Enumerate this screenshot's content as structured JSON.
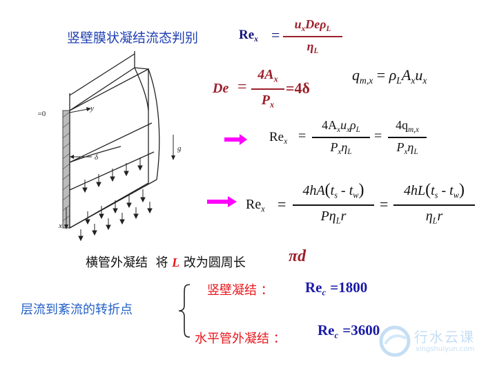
{
  "title": "竖壁膜状凝结流态判别",
  "eq1": {
    "lhs": "Re",
    "lhs_sub": "x",
    "num_u": "u",
    "num_u_sub": "x",
    "num_de": "De",
    "num_rho": "ρ",
    "num_rho_sub": "L",
    "den": "η",
    "den_sub": "L"
  },
  "eq2": {
    "lhs": "De",
    "num": "4A",
    "num_sub": "x",
    "den": "P",
    "den_sub": "x",
    "rhs": "=4δ"
  },
  "eq3": {
    "q": "q",
    "q_sub": "m,x",
    "rho": "ρ",
    "rho_sub": "L",
    "a": "A",
    "a_sub": "x",
    "u": "u",
    "u_sub": "x"
  },
  "eq4": {
    "lhs": "Re",
    "lhs_sub": "x",
    "num1": "4A",
    "num1_a": "x",
    "num1_u": "u",
    "num1_u_sub": "x",
    "num1_rho": "ρ",
    "num1_rho_sub": "L",
    "den1": "P",
    "den1_a": "x",
    "den1_eta": "η",
    "den1_eta_sub": "L",
    "num2": "4q",
    "num2_sub": "m,x",
    "den2": "P",
    "den2_a": "x",
    "den2_eta": "η",
    "den2_eta_sub": "L"
  },
  "eq5": {
    "lhs": "Re",
    "lhs_sub": "x",
    "num1_a": "4hA",
    "ts": "t",
    "ts_sub": "s",
    "minus": "-",
    "tw": "t",
    "tw_sub": "w",
    "den1_p": "P",
    "den1_eta": "η",
    "den1_eta_sub": "L",
    "den1_r": "r",
    "num2_a": "4hL",
    "den2_eta": "η",
    "den2_eta_sub": "L",
    "den2_r": "r"
  },
  "note": {
    "pre": "横管外凝结  将 ",
    "L": "L",
    "mid": " 改为圆周长",
    "pi_d": "πd"
  },
  "transition": {
    "label": "层流到紊流的转折点",
    "vertical_label": "竖壁凝结 ：",
    "vertical_re": "Re",
    "vertical_sub": "c",
    "vertical_val": "=1800",
    "horizontal_label": "水平管外凝结 ：",
    "horizontal_re": "Re",
    "horizontal_sub": "c",
    "horizontal_val": "=3600"
  },
  "figure_labels": {
    "x0": "x=0",
    "y": "y",
    "delta": "δ",
    "g": "g",
    "x": "x"
  },
  "watermark": {
    "name": "行水云课",
    "url": "xingshuiyun.com"
  },
  "colors": {
    "title": "#1f3fb0",
    "maroon": "#9c1f2a",
    "arrow": "#ff00ff",
    "red": "#e8171c",
    "blue": "#2461c7"
  }
}
